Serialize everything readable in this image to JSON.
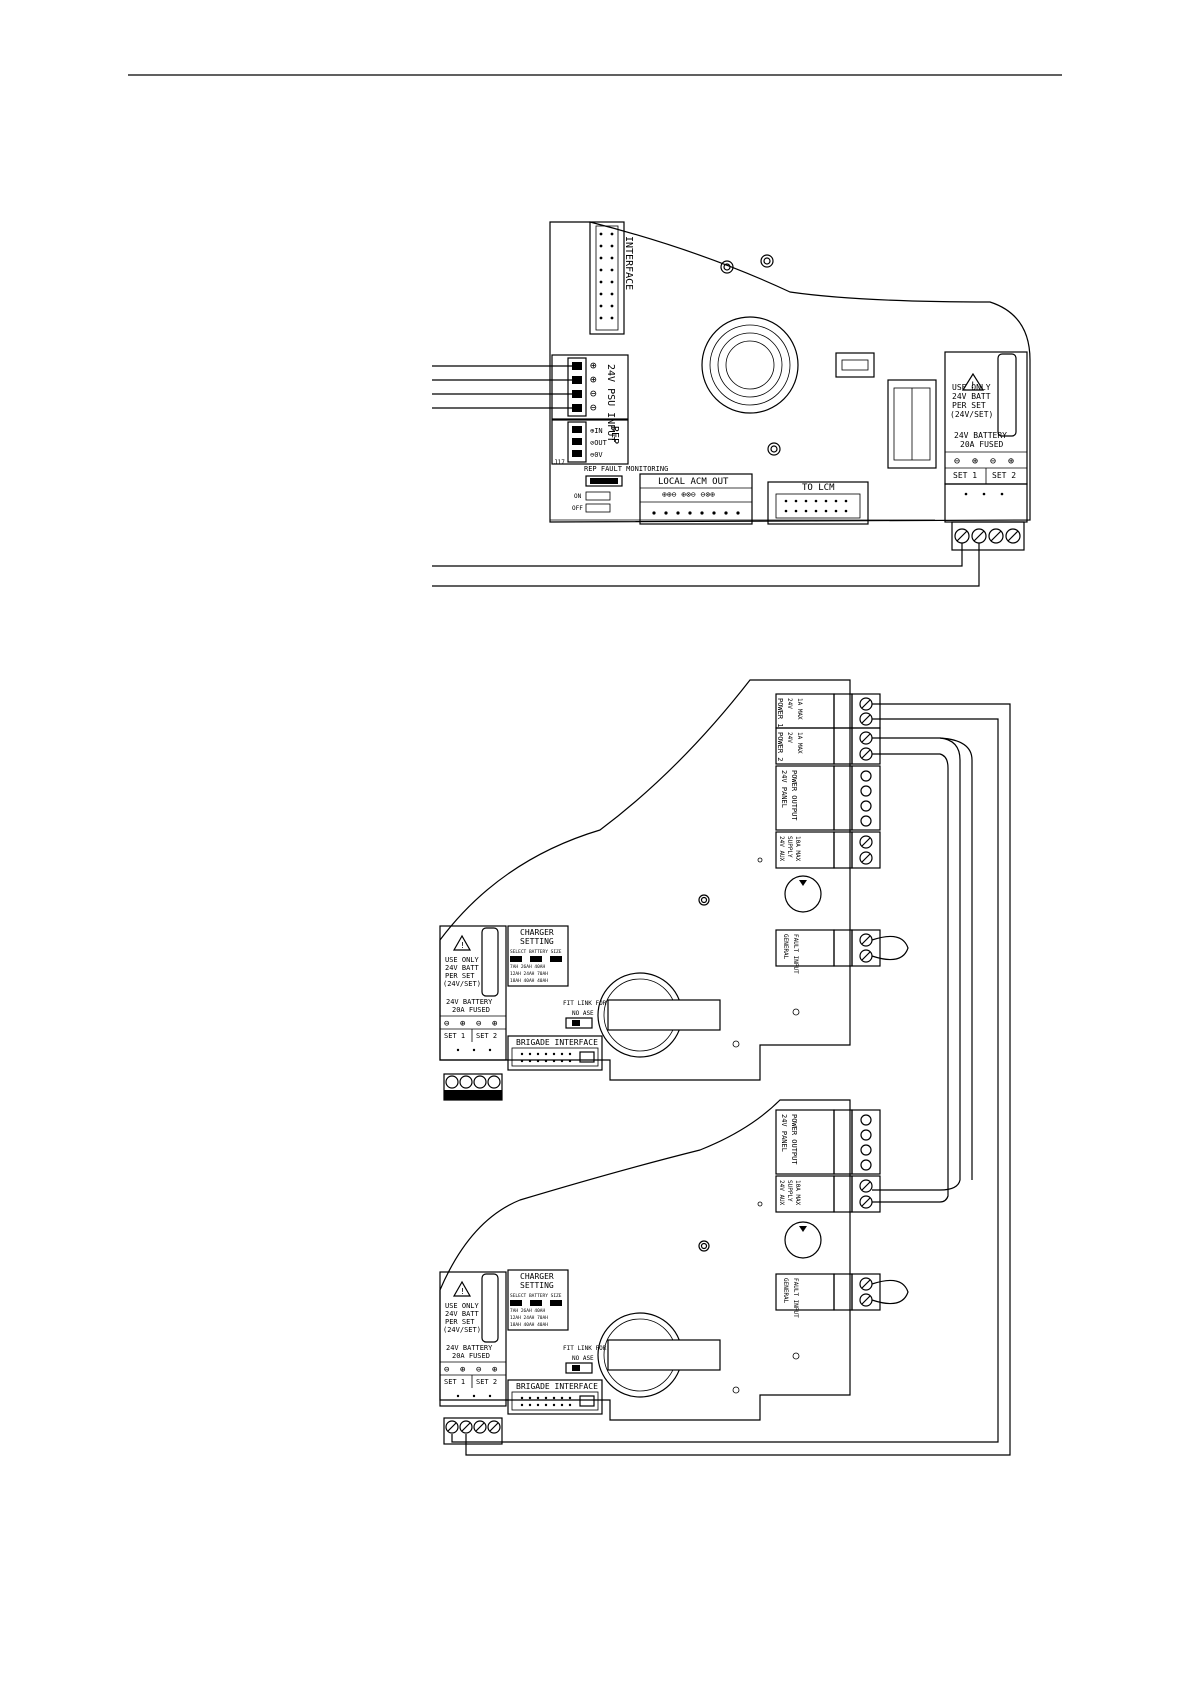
{
  "top_board": {
    "interface_label": "INTERFACE",
    "psu_input_label": "24V PSU INPUT",
    "psu_terminals": [
      "⊕",
      "⊕",
      "⊖",
      "⊖"
    ],
    "rep_label": "REP",
    "rep_terminals": [
      "⊕IN",
      "⊘OUT",
      "⊖0V"
    ],
    "rep_fault_label": "REP FAULT MONITORING",
    "on_label": "ON",
    "off_label": "OFF",
    "local_acm_label": "LOCAL ACM OUT",
    "to_lcm_label": "TO LCM",
    "warning_text": [
      "USE ONLY",
      "24V BATT",
      "PER SET",
      "(24V/SET)"
    ],
    "battery_text": [
      "24V BATTERY",
      "20A FUSED"
    ],
    "battery_polarity": [
      "⊖",
      "⊕",
      "⊖",
      "⊕"
    ],
    "set1_label": "SET 1",
    "set2_label": "SET 2",
    "j17_label": "J17"
  },
  "bottom_psu": {
    "power_out1_label": [
      "24V",
      "POWER 1",
      "1A MAX"
    ],
    "power_out2_label": [
      "24V",
      "POWER 2",
      "1A MAX"
    ],
    "panel_output_label": [
      "24V PANEL",
      "POWER OUTPUT"
    ],
    "aux_supply_label": [
      "24V AUX",
      "SUPPLY",
      "10A MAX"
    ],
    "general_fault_label": [
      "GENERAL",
      "FAULT INPUT"
    ],
    "charger_label": [
      "CHARGER",
      "SETTING"
    ],
    "charger_table": [
      "SELECT BATTERY SIZE",
      "7AH  26AH  40AH",
      "12AH 24AH  70AH",
      "18AH 40AH  40AH"
    ],
    "warning_text": [
      "USE ONLY",
      "24V BATT",
      "PER SET",
      "(24V/SET)"
    ],
    "battery_text": [
      "24V BATTERY",
      "20A FUSED"
    ],
    "battery_polarity": [
      "⊖",
      "⊕",
      "⊖",
      "⊕"
    ],
    "set1_label": "SET 1",
    "set2_label": "SET 2",
    "brigade_label": "BRIGADE INTERFACE",
    "fit_link_label": "FIT LINK FOR",
    "no_ase_label": "NO ASE"
  },
  "bottom_psu2": {
    "panel_output_label": [
      "24V PANEL",
      "POWER OUTPUT"
    ],
    "aux_supply_label": [
      "24V AUX",
      "SUPPLY",
      "10A MAX"
    ],
    "general_fault_label": [
      "GENERAL",
      "FAULT INPUT"
    ],
    "charger_label": [
      "CHARGER",
      "SETTING"
    ],
    "charger_table": [
      "SELECT BATTERY SIZE",
      "7AH  26AH  40AH",
      "12AH 24AH  70AH",
      "18AH 40AH  40AH"
    ],
    "warning_text": [
      "USE ONLY",
      "24V BATT",
      "PER SET",
      "(24V/SET)"
    ],
    "battery_text": [
      "24V BATTERY",
      "20A FUSED"
    ],
    "battery_polarity": [
      "⊖",
      "⊕",
      "⊖",
      "⊕"
    ],
    "set1_label": "SET 1",
    "set2_label": "SET 2",
    "brigade_label": "BRIGADE INTERFACE",
    "fit_link_label": "FIT LINK FOR",
    "no_ase_label": "NO ASE"
  }
}
